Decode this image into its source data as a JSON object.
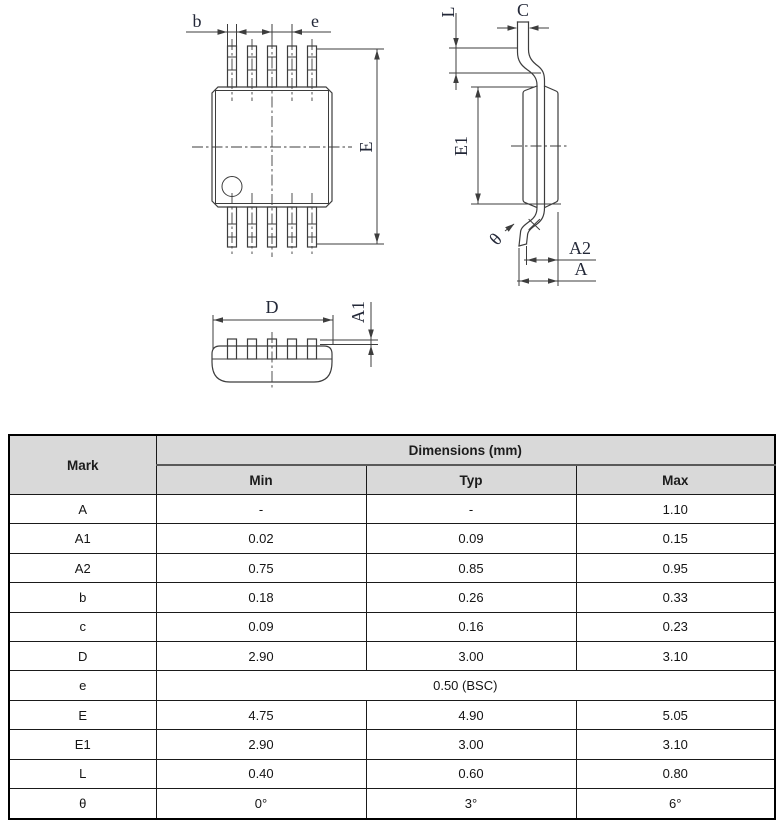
{
  "drawing": {
    "top_view": {
      "labels": {
        "b": "b",
        "e": "e",
        "E": "E"
      }
    },
    "side_view": {
      "labels": {
        "L": "L",
        "C": "C",
        "E1": "E1",
        "theta": "θ",
        "A2": "A2",
        "A": "A"
      }
    },
    "front_view": {
      "labels": {
        "D": "D",
        "A1": "A1"
      }
    }
  },
  "table": {
    "header": {
      "mark": "Mark",
      "dimensions": "Dimensions (mm)",
      "min": "Min",
      "typ": "Typ",
      "max": "Max"
    },
    "rows": [
      {
        "mark": "A",
        "min": "-",
        "typ": "-",
        "max": "1.10"
      },
      {
        "mark": "A1",
        "min": "0.02",
        "typ": "0.09",
        "max": "0.15"
      },
      {
        "mark": "A2",
        "min": "0.75",
        "typ": "0.85",
        "max": "0.95"
      },
      {
        "mark": "b",
        "min": "0.18",
        "typ": "0.26",
        "max": "0.33"
      },
      {
        "mark": "c",
        "min": "0.09",
        "typ": "0.16",
        "max": "0.23"
      },
      {
        "mark": "D",
        "min": "2.90",
        "typ": "3.00",
        "max": "3.10"
      },
      {
        "mark": "e",
        "span": "0.50 (BSC)"
      },
      {
        "mark": "E",
        "min": "4.75",
        "typ": "4.90",
        "max": "5.05"
      },
      {
        "mark": "E1",
        "min": "2.90",
        "typ": "3.00",
        "max": "3.10"
      },
      {
        "mark": "L",
        "min": "0.40",
        "typ": "0.60",
        "max": "0.80"
      },
      {
        "mark": "θ",
        "min": "0°",
        "typ": "3°",
        "max": "6°"
      }
    ]
  },
  "colors": {
    "header_bg": "#d9d9d9",
    "table_border": "#1a1a1a",
    "drawing_line": "#3d3d3d",
    "label_color": "#232838",
    "background": "#ffffff"
  }
}
